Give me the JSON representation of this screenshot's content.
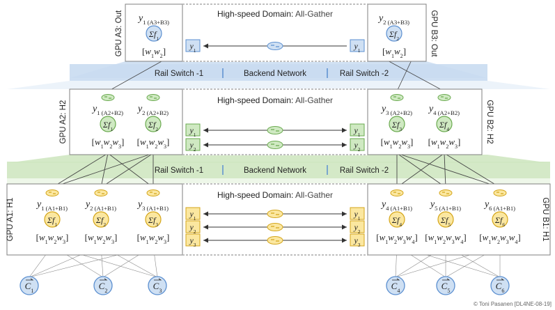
{
  "colors": {
    "blue_fill": "#cfe0f3",
    "blue_stroke": "#5b8fd0",
    "green_fill": "#cfe9c2",
    "green_stroke": "#6aaa4f",
    "yellow_fill": "#fbe7a0",
    "yellow_stroke": "#d4a519",
    "band_blue": "#c9dcf1",
    "band_green": "#cfe7c1",
    "box_stroke": "#7f7f7f",
    "divider": "#5b8fd0"
  },
  "icons": [
    "switch-icon",
    "all-gather-icon"
  ],
  "domain": {
    "label": "High-speed Domain:",
    "value": "All-Gather"
  },
  "network": {
    "rail1": "Rail Switch -1",
    "backend": "Backend Network",
    "rail2": "Rail Switch -2"
  },
  "gpu_labels": {
    "a3": "GPU A3: Out",
    "b3": "GPU B3: Out",
    "a2": "GPU A2: H2",
    "b2": "GPU B2: H2",
    "a1": "GPU A1: H1",
    "b1": "GPU B1: H1"
  },
  "layer3": {
    "a": {
      "y": "y",
      "sub": "1",
      "grp": "(A3+B3)",
      "f": "Σf",
      "fsub": "1",
      "w": "[w",
      "w_seq": [
        "1",
        "2"
      ]
    },
    "b": {
      "y": "y",
      "sub": "2",
      "grp": "(A3+B3)",
      "f": "Σf",
      "fsub": "2",
      "w": "[w",
      "w_seq": [
        "1",
        "2"
      ]
    },
    "transfer": [
      {
        "left": "y",
        "lsub": "1",
        "right": "y",
        "rsub": "1",
        "dir": "left"
      }
    ]
  },
  "layer2": {
    "a": [
      {
        "y": "y",
        "sub": "1",
        "grp": "(A2+B2)",
        "fsub": "1",
        "w_seq": [
          "1",
          "2",
          "3"
        ]
      },
      {
        "y": "y",
        "sub": "2",
        "grp": "(A2+B2)",
        "fsub": "2",
        "w_seq": [
          "1",
          "2",
          "3"
        ]
      }
    ],
    "b": [
      {
        "y": "y",
        "sub": "3",
        "grp": "(A2+B2)",
        "fsub": "3",
        "w_seq": [
          "1",
          "2",
          "3"
        ]
      },
      {
        "y": "y",
        "sub": "4",
        "grp": "(A2+B2)",
        "fsub": "4",
        "w_seq": [
          "1",
          "2",
          "3"
        ]
      }
    ],
    "transfer": [
      {
        "lsub": "1",
        "rsub": "1"
      },
      {
        "lsub": "2",
        "rsub": "2"
      }
    ]
  },
  "layer1": {
    "a": [
      {
        "sub": "1",
        "grp": "(A1+B1)",
        "fsub": "1",
        "w_seq": [
          "1",
          "2",
          "3"
        ]
      },
      {
        "sub": "2",
        "grp": "(A1+B1)",
        "fsub": "2",
        "w_seq": [
          "1",
          "2",
          "3"
        ]
      },
      {
        "sub": "3",
        "grp": "(A1+B1)",
        "fsub": "3",
        "w_seq": [
          "1",
          "2",
          "3"
        ]
      }
    ],
    "b": [
      {
        "sub": "4",
        "grp": "(A1+B1)",
        "fsub": "4",
        "w_seq": [
          "1",
          "2",
          "3",
          "4"
        ]
      },
      {
        "sub": "5",
        "grp": "(A1+B1)",
        "fsub": "5",
        "w_seq": [
          "1",
          "2",
          "3",
          "4"
        ]
      },
      {
        "sub": "6",
        "grp": "(A1+B1)",
        "fsub": "6",
        "w_seq": [
          "1",
          "2",
          "3",
          "4"
        ]
      }
    ],
    "transfer": [
      {
        "lsub": "1",
        "rsub": "1"
      },
      {
        "lsub": "2",
        "rsub": "2"
      },
      {
        "lsub": "3",
        "rsub": "3"
      }
    ]
  },
  "inputs": {
    "a": [
      "1",
      "2",
      "3"
    ],
    "b": [
      "4",
      "5",
      "6"
    ]
  },
  "symbols": {
    "y": "y",
    "f": "Σf",
    "w": "w",
    "c": "C"
  },
  "credit": "© Toni Pasanen [DL4NE-08-19]"
}
